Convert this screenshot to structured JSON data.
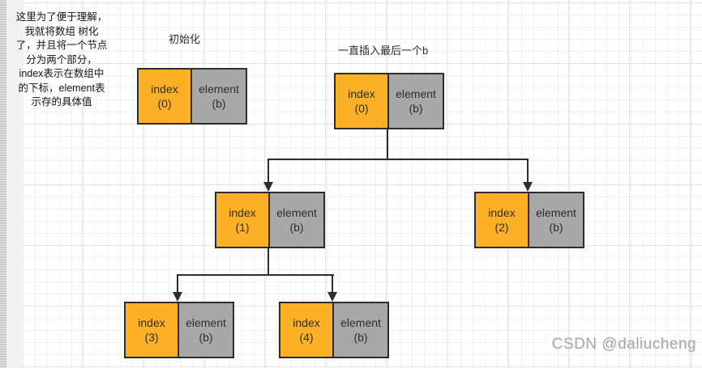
{
  "side_note": {
    "text": "这里为了便于理解，\n我就将数组 树化\n了，并且将一个节点\n分为两个部分，\nindex表示在数组中\n的下标，element表\n示存的具体值"
  },
  "labels": {
    "tree1": "初始化",
    "tree2": "一直插入最后一个b"
  },
  "colors": {
    "index_fill": "#FCB026",
    "element_fill": "#A8A8A8",
    "stroke": "#2D2D2D",
    "grid_minor": "#F0F0F2",
    "grid_major": "#E3E3E7"
  },
  "nodes": [
    {
      "index_label": "index",
      "index_value": "(0)",
      "element_label": "element",
      "element_value": "(b)"
    },
    {
      "index_label": "index",
      "index_value": "(0)",
      "element_label": "element",
      "element_value": "(b)"
    },
    {
      "index_label": "index",
      "index_value": "(1)",
      "element_label": "element",
      "element_value": "(b)"
    },
    {
      "index_label": "index",
      "index_value": "(2)",
      "element_label": "element",
      "element_value": "(b)"
    },
    {
      "index_label": "index",
      "index_value": "(3)",
      "element_label": "element",
      "element_value": "(b)"
    },
    {
      "index_label": "index",
      "index_value": "(4)",
      "element_label": "element",
      "element_value": "(b)"
    }
  ],
  "watermark": {
    "text": "CSDN @daliucheng"
  }
}
